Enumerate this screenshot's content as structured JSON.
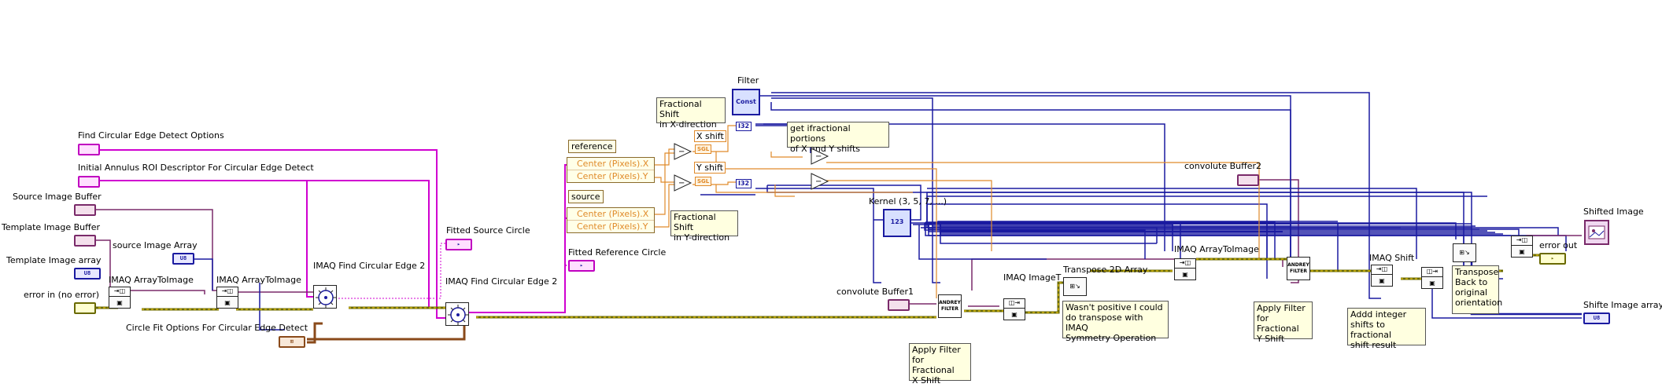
{
  "labels": {
    "find_circ_opts": "Find Circular Edge Detect Options",
    "init_annulus": "Initial Annulus ROI Descriptor For Circular Edge Detect",
    "source_image_buffer": "Source Image Buffer",
    "template_image_buffer": "Template Image Buffer",
    "template_image_array": "Template Image array",
    "error_in": "error in (no error)",
    "source_image_array": "source Image Array",
    "imaq_a2i_1": "IMAQ ArrayToImage",
    "imaq_a2i_2": "IMAQ ArrayToImage",
    "imaq_find_1": "IMAQ Find Circular Edge 2",
    "imaq_find_2": "IMAQ Find Circular Edge 2",
    "circle_fit": "Circle Fit Options For Circular Edge Detect",
    "fitted_source": "Fitted Source Circle",
    "fitted_reference": "Fitted Reference Circle",
    "reference": "reference",
    "source": "source",
    "center_x": "Center (Pixels).X",
    "center_y": "Center (Pixels).Y",
    "x_shift": "X shift",
    "y_shift": "Y shift",
    "filter": "Filter",
    "kernel": "Kernel (3, 5, 7, ...)",
    "convolute_buffer1": "convolute Buffer1",
    "convolute_buffer2": "convolute Buffer2",
    "imaq_image_t": "IMAQ ImageT",
    "transpose": "Transpose 2D Array",
    "imaq_a2i_3": "IMAQ ArrayToImage",
    "imaq_shift": "IMAQ Shift",
    "error_out": "error out",
    "shifted_image": "Shifted Image",
    "shifted_image_array": "Shifte Image array"
  },
  "notes": {
    "frac_x": "Fractional Shift\nin X-direction",
    "frac_y": "Fractional Shift\nin Y-direction",
    "get_frac": "get ifractional portions\nof X and Y shifts",
    "apply_x": "Apply Filter\nfor Fractional\nX Shift",
    "transpose_note": "Wasn't positive I could\ndo transpose with IMAQ\nSymmetry Operation",
    "apply_y": "Apply Filter\nfor Fractional\nY Shift",
    "add_int": "Addd integer\nshifts to fractional\nshift result",
    "transpose_back": "Transpose\nBack to\noriginal\norientation"
  },
  "tags": {
    "u8": "U8",
    "i32": "I32",
    "sgl": "SGL",
    "n123": "123",
    "andrey": "ANDREY FILTER",
    "const_label": "Const"
  },
  "colors": {
    "pink_wire": "#d000d0",
    "plum_wire": "#7a2a6a",
    "blue_wire": "#1a1aa0",
    "orange_wire": "#e08a2a",
    "error_wire": "#6a6a00",
    "brown_wire": "#8a4a1a"
  }
}
